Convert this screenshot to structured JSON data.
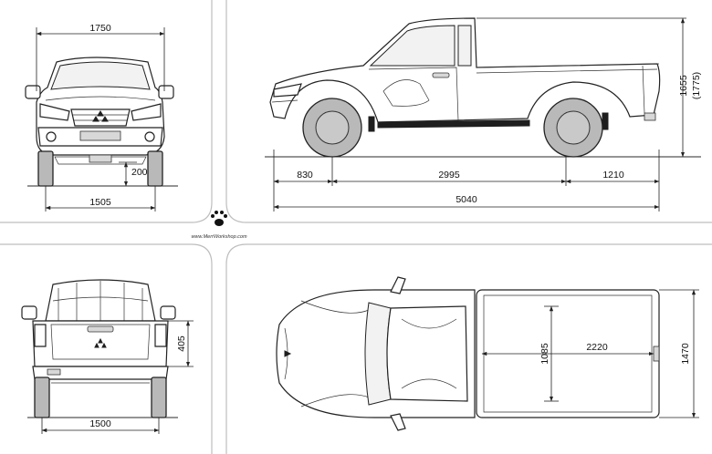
{
  "front_view": {
    "overall_width": "1750",
    "ground_clearance": "200",
    "track": "1505"
  },
  "side_view": {
    "height": "1655",
    "height_alt": "(1775)",
    "front_overhang": "830",
    "wheelbase": "2995",
    "rear_overhang": "1210",
    "overall_length": "5040"
  },
  "rear_view": {
    "bed_height": "405",
    "rear_track": "1500"
  },
  "top_view": {
    "bed_width_inner": "1085",
    "bed_length": "2220",
    "bed_width": "1470"
  },
  "watermark": {
    "text": "www.MerrWorkshop.com"
  },
  "icons": {
    "brand": "paw-print-icon"
  }
}
